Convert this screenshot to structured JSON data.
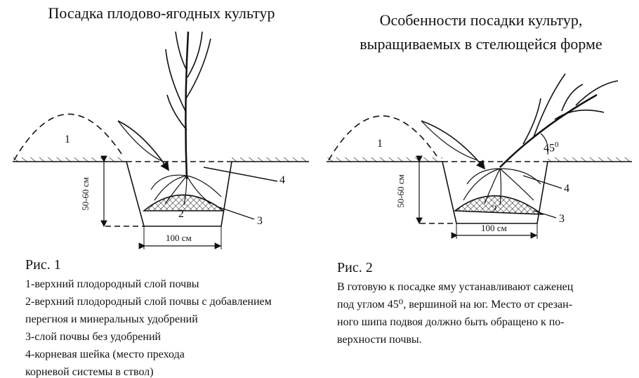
{
  "figure1": {
    "title": "Посадка плодово-ягодных культур",
    "labels": {
      "n1": "1",
      "n2": "2",
      "n3": "3",
      "n4": "4"
    },
    "depth": "50-60 см",
    "width": "100 см",
    "caption": "Рис. 1",
    "legend": [
      "1-верхний плодородный слой почвы",
      "2-верхний плодородный слой почвы с добавлением",
      "перегноя и минеральных удобрений",
      "3-слой почвы без удобрений",
      "4-корневая шейка (место прехода",
      "корневой системы в ствол)"
    ]
  },
  "figure2": {
    "title_line1": "Особенности посадки культур,",
    "title_line2": "выращиваемых в стелющейся форме",
    "labels": {
      "n1": "1",
      "n2": "2",
      "n3": "3",
      "n4": "4"
    },
    "angle": "45",
    "angle_sup": "0",
    "depth": "50-60 см",
    "width": "100 см",
    "caption": "Рис. 2",
    "text": [
      "В готовую к посадке яму устанавливают саженец",
      "под углом 45⁰, вершиной на юг. Место от срезан-",
      "ного шипа подвоя должно быть обращено к по-",
      "верхности почвы."
    ]
  }
}
